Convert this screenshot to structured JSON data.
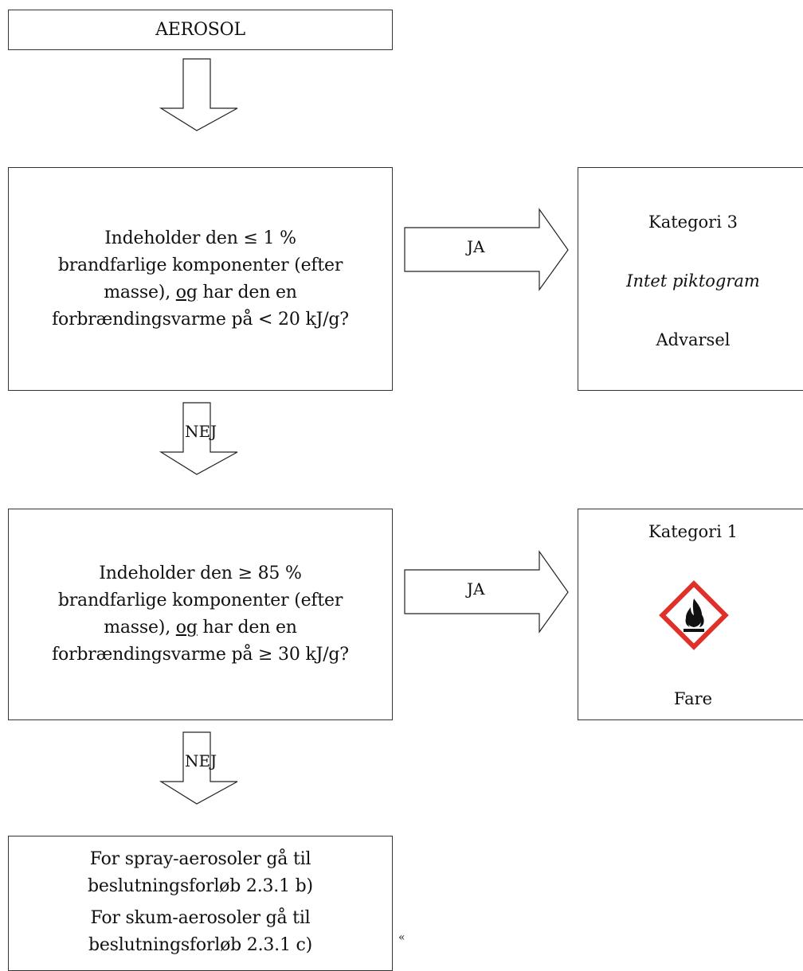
{
  "start": {
    "label": "AEROSOL"
  },
  "q1": {
    "pre": "Indeholder den ≤ 1 % brandfarlige komponenter (efter masse), ",
    "og": "og",
    "post": " har den en forbrændingsvarme på < 20 kJ/g?"
  },
  "q2": {
    "pre": "Indeholder den ≥ 85 % brandfarlige komponenter (efter masse), ",
    "og": "og",
    "post": " har den en forbrændingsvarme på ≥ 30 kJ/g?"
  },
  "yes_label": "JA",
  "no_label": "NEJ",
  "result_cat3": {
    "category": "Kategori 3",
    "pictogram": "Intet piktogram",
    "signal_word": "Advarsel"
  },
  "result_cat1": {
    "category": "Kategori 1",
    "pictogram_icon": "flame-pictogram-icon",
    "signal_word": "Fare"
  },
  "final": {
    "line1": "For spray-aerosoler gå til",
    "line2": "beslutningsforløb 2.3.1 b)",
    "line3": "For skum-aerosoler gå til",
    "line4": "beslutningsforløb 2.3.1 c)"
  },
  "end_mark": "«",
  "colors": {
    "pictogram_border": "#e0302a",
    "line": "#333333"
  }
}
